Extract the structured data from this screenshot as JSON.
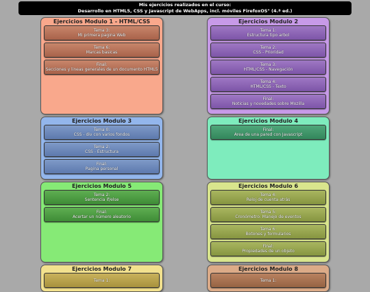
{
  "header": {
    "line1": "Mis ejercicios realizados en el curso:",
    "line2": "Desarrollo en HTML5, CSS y Javascript de WebApps, incl. móviles FirefoxOS\" (4.ª ed.)"
  },
  "modules": [
    {
      "title": "Ejercicios Modulo 1 - HTML/CSS",
      "items": [
        {
          "l1": "Tema 3:",
          "l2": "Mi primera pagina Web"
        },
        {
          "l1": "Tema 6:",
          "l2": "Marcas basicas"
        },
        {
          "l1": "Final:",
          "l2": "Secciones y lineas generales de un documento HTML5"
        }
      ]
    },
    {
      "title": "Ejercicios Modulo 2",
      "items": [
        {
          "l1": "Tema 1:",
          "l2": "Estructura tipo arbol"
        },
        {
          "l1": "Tema 2:",
          "l2": "CSS - Prioridad"
        },
        {
          "l1": "Tema 3:",
          "l2": "HTML/CSS - Navegación"
        },
        {
          "l1": "Tema 4:",
          "l2": "HTML/CSS - Texto"
        },
        {
          "l1": "Final:",
          "l2": "Noticias y novedades sobre Mozilla"
        }
      ]
    },
    {
      "title": "Ejercicios Modulo 3",
      "items": [
        {
          "l1": "Tema 0:",
          "l2": "CSS - div con varios fondos"
        },
        {
          "l1": "Tema 2:",
          "l2": "CSS - Estructura"
        },
        {
          "l1": "Final:",
          "l2": "Pagina personal"
        }
      ]
    },
    {
      "title": "Ejercicios Modulo 4",
      "items": [
        {
          "l1": "Final:",
          "l2": "Area de una pared con Javascript"
        }
      ]
    },
    {
      "title": "Ejercicios Modulo 5",
      "items": [
        {
          "l1": "Tema 2:",
          "l2": "Sentencia if/else"
        },
        {
          "l1": "Final:",
          "l2": "Acertar un número aleatorio"
        }
      ]
    },
    {
      "title": "Ejercicios Modulo 6",
      "items": [
        {
          "l1": "Tema 4:",
          "l2": "Reloj de cuenta atrás"
        },
        {
          "l1": "Tema 5:",
          "l2": "Cronómetro: Manejo de eventos"
        },
        {
          "l1": "Tema 6:",
          "l2": "Botones y formularios"
        },
        {
          "l1": "Final:",
          "l2": "Propiedades de un objeto"
        }
      ]
    },
    {
      "title": "Ejercicios Modulo 7",
      "items": [
        {
          "l1": "Tema 1:",
          "l2": ""
        }
      ]
    },
    {
      "title": "Ejercicios Modulo 8",
      "items": [
        {
          "l1": "Tema 1:",
          "l2": ""
        }
      ]
    }
  ]
}
